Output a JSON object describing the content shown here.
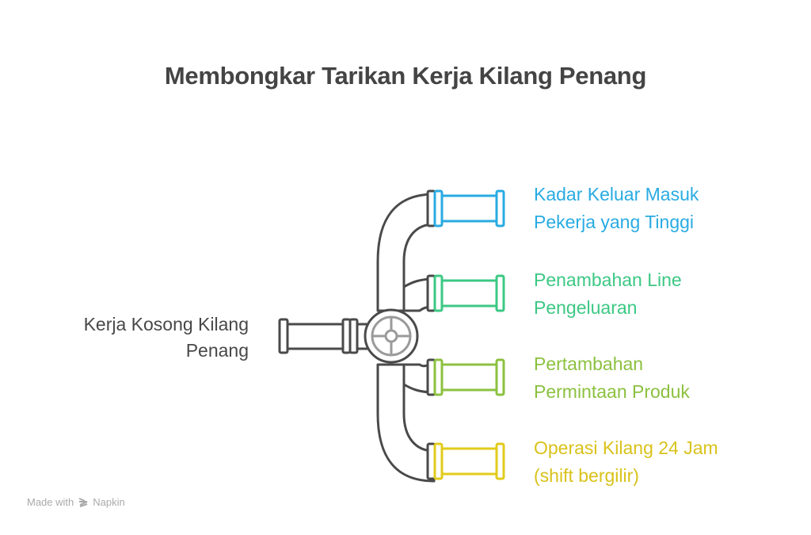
{
  "title": "Membongkar Tarikan Kerja Kilang Penang",
  "source": {
    "label_line1": "Kerja Kosong Kilang",
    "label_line2": "Penang"
  },
  "outputs": [
    {
      "line1": "Kadar Keluar Masuk",
      "line2": "Pekerja yang Tinggi",
      "color": "#29ABE2"
    },
    {
      "line1": "Penambahan Line",
      "line2": "Pengeluaran",
      "color": "#3CC884"
    },
    {
      "line1": "Pertambahan",
      "line2": "Permintaan Produk",
      "color": "#8CC140"
    },
    {
      "line1": "Operasi Kilang 24 Jam",
      "line2": "(shift bergilir)",
      "color": "#E2CB1C"
    }
  ],
  "watermark": {
    "made_with": "Made with",
    "brand": "Napkin"
  }
}
